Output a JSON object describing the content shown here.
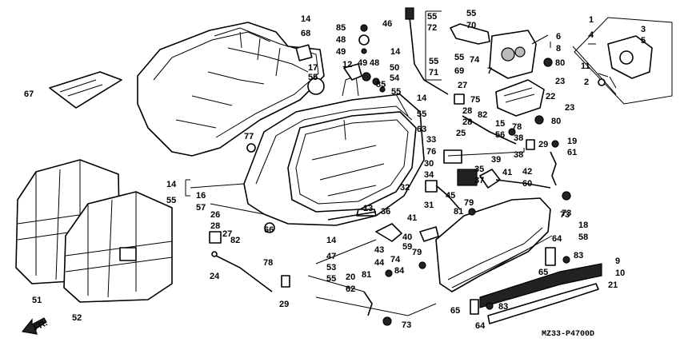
{
  "diagram": {
    "code": "MZ33-P4700D",
    "front_label": "FR.",
    "labels": [
      {
        "id": "l1",
        "text": "1"
      },
      {
        "id": "l4",
        "text": "4"
      },
      {
        "id": "l3",
        "text": "3"
      },
      {
        "id": "l5",
        "text": "5"
      },
      {
        "id": "l11",
        "text": "11"
      },
      {
        "id": "l2",
        "text": "2"
      },
      {
        "id": "l6",
        "text": "6"
      },
      {
        "id": "l8",
        "text": "8"
      },
      {
        "id": "l74a",
        "text": "74"
      },
      {
        "id": "l7",
        "text": "7"
      },
      {
        "id": "l80a",
        "text": "80"
      },
      {
        "id": "l23a",
        "text": "23"
      },
      {
        "id": "l22",
        "text": "22"
      },
      {
        "id": "l23b",
        "text": "23"
      },
      {
        "id": "l75",
        "text": "75"
      },
      {
        "id": "l80b",
        "text": "80"
      },
      {
        "id": "l15",
        "text": "15"
      },
      {
        "id": "l56a",
        "text": "56"
      },
      {
        "id": "l78a",
        "text": "78"
      },
      {
        "id": "l29a",
        "text": "29"
      },
      {
        "id": "l19",
        "text": "19"
      },
      {
        "id": "l61",
        "text": "61"
      },
      {
        "id": "l73a",
        "text": "73"
      },
      {
        "id": "l55a",
        "text": "55"
      },
      {
        "id": "l72",
        "text": "72"
      },
      {
        "id": "l55b",
        "text": "55"
      },
      {
        "id": "l71",
        "text": "71"
      },
      {
        "id": "l55c",
        "text": "55"
      },
      {
        "id": "l70",
        "text": "70"
      },
      {
        "id": "l55d",
        "text": "55"
      },
      {
        "id": "l69",
        "text": "69"
      },
      {
        "id": "l46",
        "text": "46"
      },
      {
        "id": "l14a",
        "text": "14"
      },
      {
        "id": "l68",
        "text": "68"
      },
      {
        "id": "l17",
        "text": "17"
      },
      {
        "id": "l55e",
        "text": "55"
      },
      {
        "id": "l85a",
        "text": "85"
      },
      {
        "id": "l48a",
        "text": "48"
      },
      {
        "id": "l49a",
        "text": "49"
      },
      {
        "id": "l14b",
        "text": "14"
      },
      {
        "id": "l50",
        "text": "50"
      },
      {
        "id": "l54",
        "text": "54"
      },
      {
        "id": "l55f",
        "text": "55"
      },
      {
        "id": "l12",
        "text": "12"
      },
      {
        "id": "l49b",
        "text": "49"
      },
      {
        "id": "l48b",
        "text": "48"
      },
      {
        "id": "l85b",
        "text": "85"
      },
      {
        "id": "l67",
        "text": "67"
      },
      {
        "id": "l77",
        "text": "77"
      },
      {
        "id": "l27a",
        "text": "27"
      },
      {
        "id": "l14c",
        "text": "14"
      },
      {
        "id": "l55g",
        "text": "55"
      },
      {
        "id": "l28a",
        "text": "28"
      },
      {
        "id": "l28b",
        "text": "28"
      },
      {
        "id": "l82a",
        "text": "82"
      },
      {
        "id": "l63",
        "text": "63"
      },
      {
        "id": "l25",
        "text": "25"
      },
      {
        "id": "l33",
        "text": "33"
      },
      {
        "id": "l76",
        "text": "76"
      },
      {
        "id": "l38a",
        "text": "38"
      },
      {
        "id": "l39",
        "text": "39"
      },
      {
        "id": "l38b",
        "text": "38"
      },
      {
        "id": "l30",
        "text": "30"
      },
      {
        "id": "l34",
        "text": "34"
      },
      {
        "id": "l35",
        "text": "35"
      },
      {
        "id": "l37",
        "text": "37"
      },
      {
        "id": "l41",
        "text": "41"
      },
      {
        "id": "l42",
        "text": "42"
      },
      {
        "id": "l60",
        "text": "60"
      },
      {
        "id": "l32",
        "text": "32"
      },
      {
        "id": "l45",
        "text": "45"
      },
      {
        "id": "l79a",
        "text": "79"
      },
      {
        "id": "l31",
        "text": "31"
      },
      {
        "id": "l81a",
        "text": "81"
      },
      {
        "id": "l14d",
        "text": "14"
      },
      {
        "id": "l55h",
        "text": "55"
      },
      {
        "id": "l16",
        "text": "16"
      },
      {
        "id": "l57",
        "text": "57"
      },
      {
        "id": "l13",
        "text": "13"
      },
      {
        "id": "l36",
        "text": "36"
      },
      {
        "id": "l41b",
        "text": "41"
      },
      {
        "id": "l26",
        "text": "26"
      },
      {
        "id": "l28c",
        "text": "28"
      },
      {
        "id": "l27b",
        "text": "27"
      },
      {
        "id": "l82b",
        "text": "82"
      },
      {
        "id": "l66",
        "text": "66"
      },
      {
        "id": "l14e",
        "text": "14"
      },
      {
        "id": "l40",
        "text": "40"
      },
      {
        "id": "l59",
        "text": "59"
      },
      {
        "id": "l79b",
        "text": "79"
      },
      {
        "id": "l47",
        "text": "47"
      },
      {
        "id": "l53",
        "text": "53"
      },
      {
        "id": "l55i",
        "text": "55"
      },
      {
        "id": "l43",
        "text": "43"
      },
      {
        "id": "l44",
        "text": "44"
      },
      {
        "id": "l74b",
        "text": "74"
      },
      {
        "id": "l84",
        "text": "84"
      },
      {
        "id": "l24",
        "text": "24"
      },
      {
        "id": "l78b",
        "text": "78"
      },
      {
        "id": "l29b",
        "text": "29"
      },
      {
        "id": "l20",
        "text": "20"
      },
      {
        "id": "l62",
        "text": "62"
      },
      {
        "id": "l81b",
        "text": "81"
      },
      {
        "id": "l73b",
        "text": "73"
      },
      {
        "id": "l18",
        "text": "18"
      },
      {
        "id": "l58",
        "text": "58"
      },
      {
        "id": "l64a",
        "text": "64"
      },
      {
        "id": "l65a",
        "text": "65"
      },
      {
        "id": "l83a",
        "text": "83"
      },
      {
        "id": "l9",
        "text": "9"
      },
      {
        "id": "l10",
        "text": "10"
      },
      {
        "id": "l21",
        "text": "21"
      },
      {
        "id": "l65b",
        "text": "65"
      },
      {
        "id": "l64b",
        "text": "64"
      },
      {
        "id": "l83b",
        "text": "83"
      },
      {
        "id": "l73c",
        "text": "73"
      },
      {
        "id": "l51",
        "text": "51"
      },
      {
        "id": "l52",
        "text": "52"
      }
    ]
  }
}
